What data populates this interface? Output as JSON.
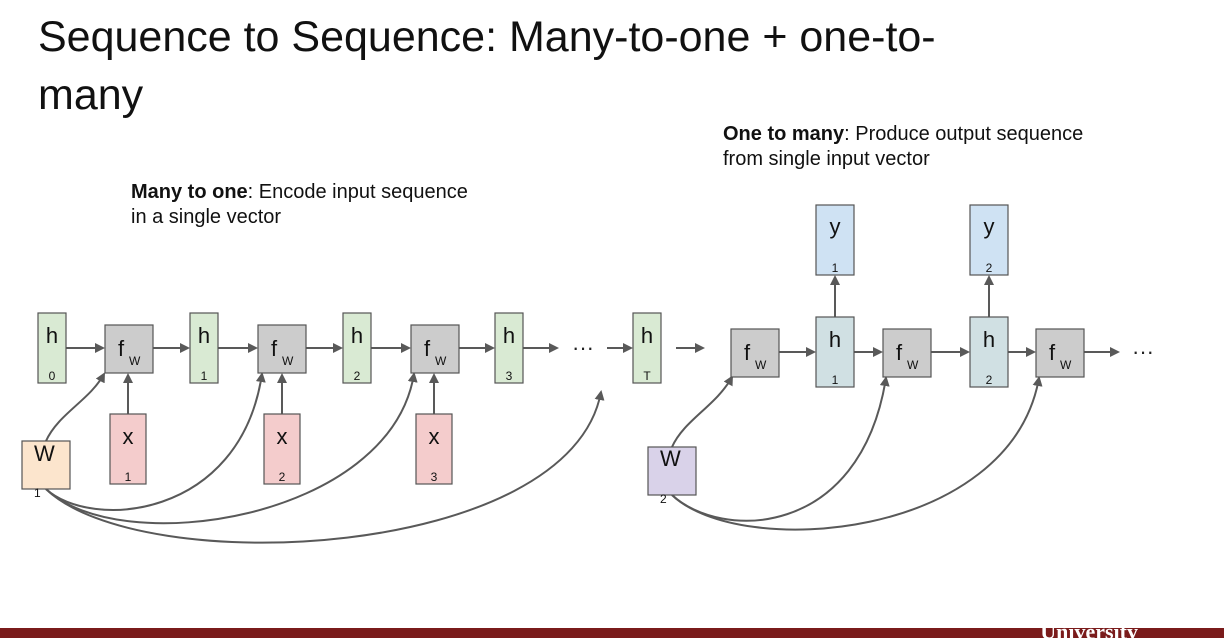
{
  "slide": {
    "title": "Sequence to Sequence: Many-to-one + one-to-many",
    "many_to_one": {
      "bold": "Many to one",
      "text": ": Encode input sequence in a single vector"
    },
    "one_to_many": {
      "bold": "One to many",
      "text": ": Produce output sequence from single input vector"
    },
    "footer_text": "University"
  },
  "encoder": {
    "hidden_states": [
      {
        "label": "h",
        "sub": "0"
      },
      {
        "label": "h",
        "sub": "1"
      },
      {
        "label": "h",
        "sub": "2"
      },
      {
        "label": "h",
        "sub": "3"
      },
      {
        "label": "h",
        "sub": "T"
      }
    ],
    "inputs": [
      {
        "label": "x",
        "sub": "1"
      },
      {
        "label": "x",
        "sub": "2"
      },
      {
        "label": "x",
        "sub": "3"
      }
    ],
    "function": {
      "label": "f",
      "sub": "W"
    },
    "weight": {
      "label": "W",
      "sub": "1"
    },
    "ellipsis": "···"
  },
  "decoder": {
    "hidden_states": [
      {
        "label": "h",
        "sub": "1"
      },
      {
        "label": "h",
        "sub": "2"
      }
    ],
    "outputs": [
      {
        "label": "y",
        "sub": "1"
      },
      {
        "label": "y",
        "sub": "2"
      }
    ],
    "function": {
      "label": "f",
      "sub": "W"
    },
    "weight": {
      "label": "W",
      "sub": "2"
    },
    "ellipsis": "···"
  },
  "colors": {
    "hidden_encoder": "#d9ead3",
    "hidden_decoder": "#d0e0e3",
    "function_box": "#cccccc",
    "input_box": "#f4cccc",
    "output_box": "#cfe2f3",
    "weight1": "#fce5cd",
    "weight2": "#d9d2e9",
    "arrow": "#595959",
    "footer": "#7a1b1b"
  }
}
